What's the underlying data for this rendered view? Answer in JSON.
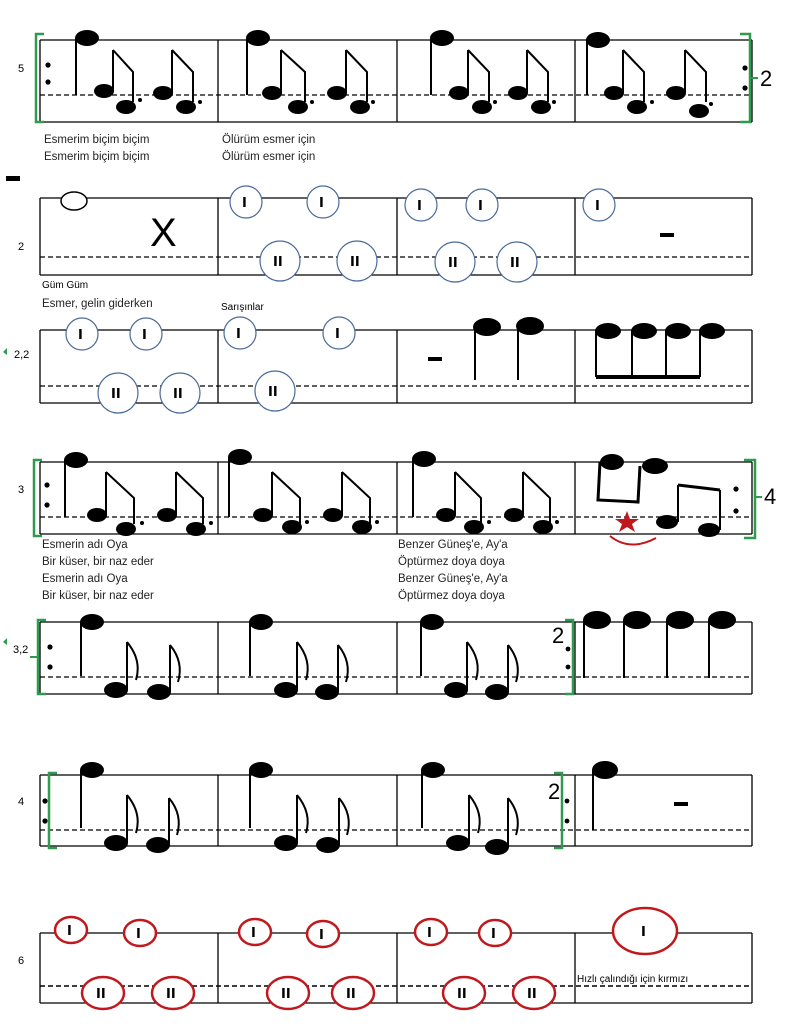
{
  "rows": [
    {
      "label": "5",
      "lyrics_left": [
        "Esmerim biçim biçim",
        "Esmerim biçim biçim"
      ],
      "lyrics_right": [
        "Ölürüm esmer için",
        "Ölürüm esmer için"
      ],
      "repeat_count": "2"
    },
    {
      "label": "2",
      "lyrics": [
        "Güm Güm",
        "Esmer, gelin giderken"
      ],
      "lyric_extra": "Sarışınlar",
      "roman_upper": "I",
      "roman_lower": "II",
      "x_mark": "X"
    },
    {
      "label": "2,2"
    },
    {
      "label": "3",
      "lyrics_left": [
        "Esmerin adı Oya",
        "Bir küser, bir naz eder",
        "Esmerin adı Oya",
        "Bir küser, bir naz eder"
      ],
      "lyrics_right": [
        "Benzer Güneş'e, Ay'a",
        "Öptürmez doya doya",
        "Benzer Güneş'e, Ay'a",
        "Öptürmez doya doya"
      ],
      "repeat_count": "4"
    },
    {
      "label": "3,2",
      "repeat_count": "2"
    },
    {
      "label": "4",
      "repeat_count": "2"
    },
    {
      "label": "6",
      "note": "Hızlı çalındığı için kırmızı"
    }
  ],
  "colors": {
    "bracket": "#2e9b4e",
    "circle_blue": "#4a6a9a",
    "circle_red": "#c0181c",
    "star": "#c0181c"
  }
}
